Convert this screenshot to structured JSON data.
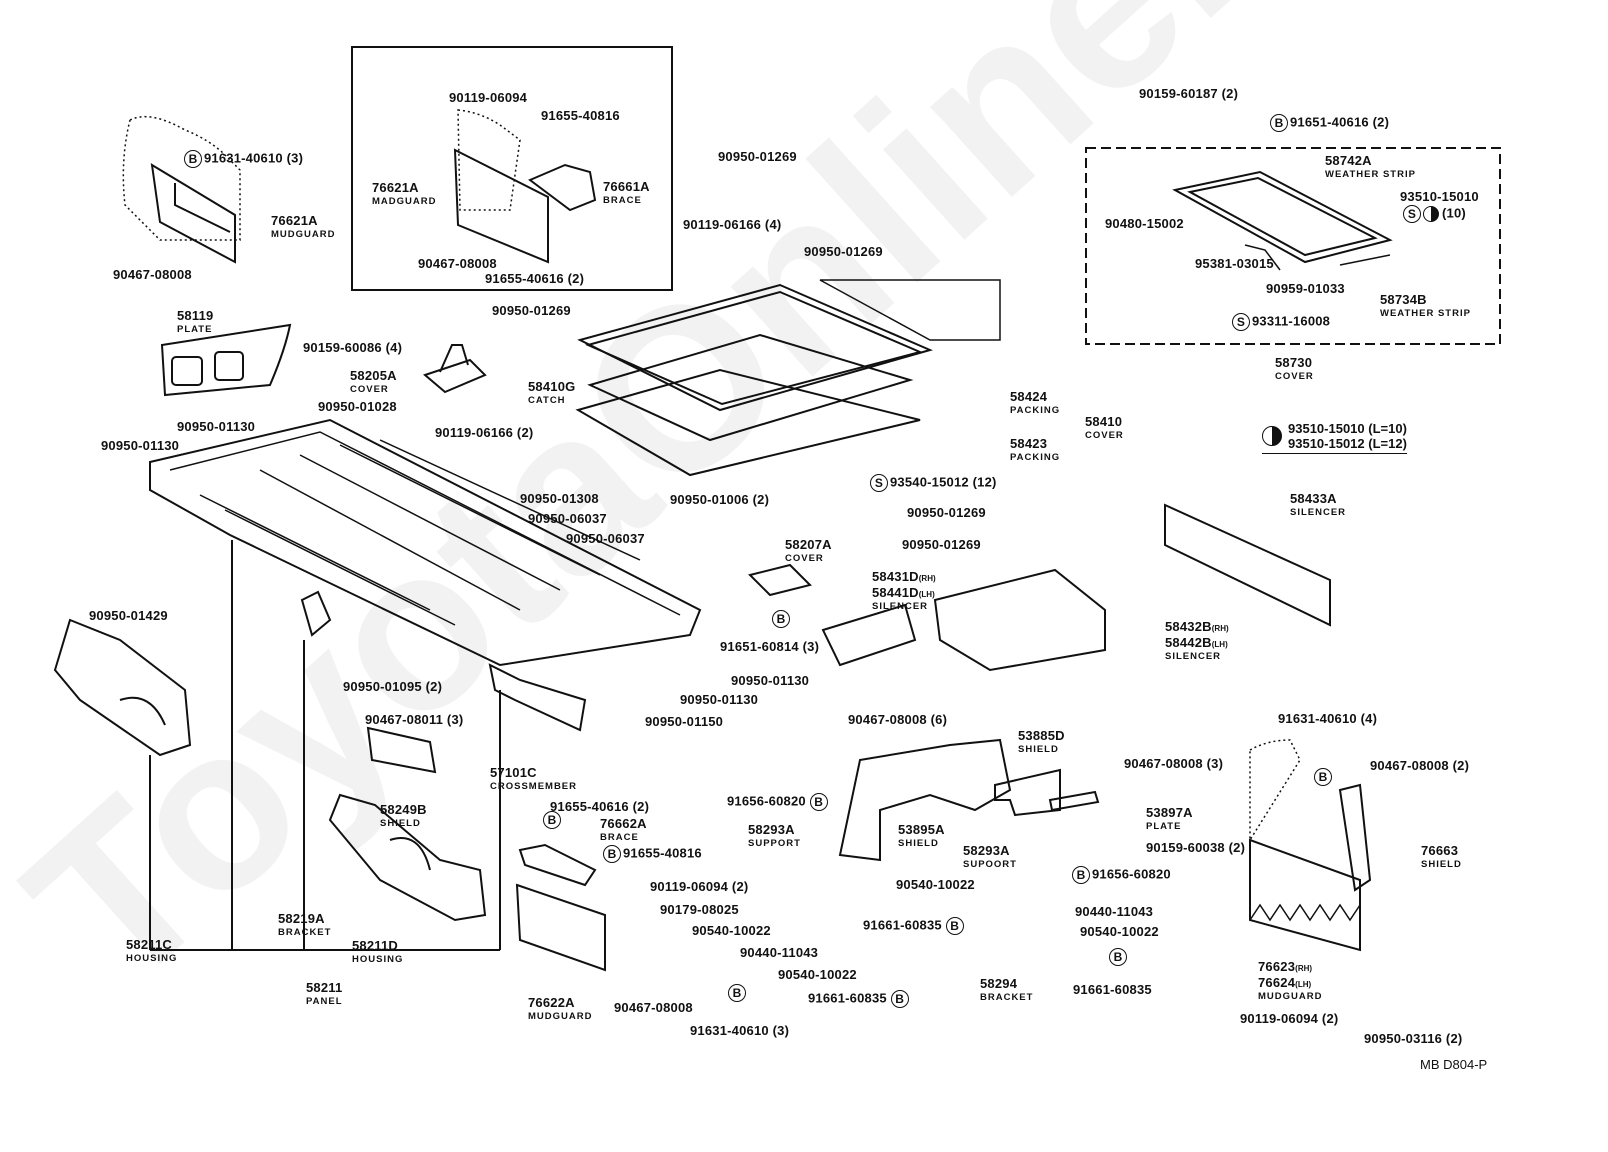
{
  "watermark": "ToyotaOnlineParts",
  "diagram_code": "MB D804-P",
  "legend": {
    "symbol": "half-circle",
    "lines": [
      "93510-15010 (L=10)",
      "93510-15012 (L=12)"
    ]
  },
  "parts": {
    "p_91631_40610_3a": {
      "pn": "91631-40610 (3)",
      "sym": "B"
    },
    "p_76621A_mud": {
      "pn": "76621A",
      "name": "MUDGUARD"
    },
    "p_90467_08008_a": {
      "pn": "90467-08008"
    },
    "p_90119_06094_a": {
      "pn": "90119-06094"
    },
    "p_91655_40816_a": {
      "pn": "91655-40816"
    },
    "p_76621A_mad": {
      "pn": "76621A",
      "name": "MADGUARD"
    },
    "p_76661A": {
      "pn": "76661A",
      "name": "BRACE"
    },
    "p_90467_08008_b": {
      "pn": "90467-08008"
    },
    "p_91655_40616_2a": {
      "pn": "91655-40616 (2)"
    },
    "p_90950_01269_a": {
      "pn": "90950-01269"
    },
    "p_90119_06166_4": {
      "pn": "90119-06166 (4)"
    },
    "p_90950_01269_b": {
      "pn": "90950-01269"
    },
    "p_90950_01269_c": {
      "pn": "90950-01269"
    },
    "p_90159_60187_2": {
      "pn": "90159-60187 (2)"
    },
    "p_91651_40616_2": {
      "pn": "91651-40616 (2)",
      "sym": "B"
    },
    "p_58742A": {
      "pn": "58742A",
      "name": "WEATHER STRIP"
    },
    "p_93510_15010_10": {
      "pn": "93510-15010",
      "qty": "(10)",
      "sym": "S"
    },
    "p_90480_15002": {
      "pn": "90480-15002"
    },
    "p_95381_03015": {
      "pn": "95381-03015"
    },
    "p_90959_01033": {
      "pn": "90959-01033"
    },
    "p_58734B": {
      "pn": "58734B",
      "name": "WEATHER STRIP"
    },
    "p_93311_16008": {
      "pn": "93311-16008",
      "sym": "S"
    },
    "p_58730": {
      "pn": "58730",
      "name": "COVER"
    },
    "p_58119": {
      "pn": "58119",
      "name": "PLATE"
    },
    "p_90159_60086_4": {
      "pn": "90159-60086 (4)"
    },
    "p_58205A": {
      "pn": "58205A",
      "name": "COVER"
    },
    "p_90950_01028": {
      "pn": "90950-01028"
    },
    "p_90950_01130_a": {
      "pn": "90950-01130"
    },
    "p_90950_01130_b": {
      "pn": "90950-01130"
    },
    "p_58410G": {
      "pn": "58410G",
      "name": "CATCH"
    },
    "p_90119_06166_2": {
      "pn": "90119-06166 (2)"
    },
    "p_58424": {
      "pn": "58424",
      "name": "PACKING"
    },
    "p_58423": {
      "pn": "58423",
      "name": "PACKING"
    },
    "p_58410": {
      "pn": "58410",
      "name": "COVER"
    },
    "p_93540_15012_12": {
      "pn": "93540-15012 (12)",
      "sym": "S"
    },
    "p_90950_01308": {
      "pn": "90950-01308"
    },
    "p_90950_01006_2": {
      "pn": "90950-01006 (2)"
    },
    "p_90950_06037_a": {
      "pn": "90950-06037"
    },
    "p_90950_06037_b": {
      "pn": "90950-06037"
    },
    "p_90950_01269_d": {
      "pn": "90950-01269"
    },
    "p_58207A": {
      "pn": "58207A",
      "name": "COVER"
    },
    "p_90950_01269_e": {
      "pn": "90950-01269"
    },
    "p_58431D": {
      "pn": "58431D",
      "side": "(RH)"
    },
    "p_58441D": {
      "pn": "58441D",
      "side": "(LH)",
      "name": "SILENCER"
    },
    "p_58433A": {
      "pn": "58433A",
      "name": "SILENCER"
    },
    "p_58432B": {
      "pn": "58432B",
      "side": "(RH)"
    },
    "p_58442B": {
      "pn": "58442B",
      "side": "(LH)",
      "name": "SILENCER"
    },
    "p_91651_60814_3": {
      "pn": "91651-60814 (3)",
      "sym": "B"
    },
    "p_90950_01429": {
      "pn": "90950-01429"
    },
    "p_90950_01095_2": {
      "pn": "90950-01095 (2)"
    },
    "p_90950_01130_c": {
      "pn": "90950-01130"
    },
    "p_90950_01130_d": {
      "pn": "90950-01130"
    },
    "p_90950_01150": {
      "pn": "90950-01150"
    },
    "p_90467_08011_3": {
      "pn": "90467-08011 (3)"
    },
    "p_57101C": {
      "pn": "57101C",
      "name": "CROSSMEMBER"
    },
    "p_58249B": {
      "pn": "58249B",
      "name": "SHIELD"
    },
    "p_58219A": {
      "pn": "58219A",
      "name": "BRACKET"
    },
    "p_58211C": {
      "pn": "58211C",
      "name": "HOUSING"
    },
    "p_58211D": {
      "pn": "58211D",
      "name": "HOUSING"
    },
    "p_58211": {
      "pn": "58211",
      "name": "PANEL"
    },
    "p_91655_40616_2b": {
      "pn": "91655-40616 (2)",
      "sym": "B"
    },
    "p_76662A": {
      "pn": "76662A",
      "name": "BRACE"
    },
    "p_91655_40816_b": {
      "pn": "91655-40816",
      "sym": "B"
    },
    "p_90119_06094_2": {
      "pn": "90119-06094 (2)"
    },
    "p_90179_08025": {
      "pn": "90179-08025"
    },
    "p_90540_10022_a": {
      "pn": "90540-10022"
    },
    "p_90440_11043_a": {
      "pn": "90440-11043"
    },
    "p_90540_10022_b": {
      "pn": "90540-10022"
    },
    "p_91661_60835_a": {
      "pn": "91661-60835",
      "sym": "B"
    },
    "p_76622A": {
      "pn": "76622A",
      "name": "MUDGUARD"
    },
    "p_90467_08008_c": {
      "pn": "90467-08008"
    },
    "p_91631_40610_3b": {
      "pn": "91631-40610 (3)",
      "sym": "B"
    },
    "p_91656_60820_a": {
      "pn": "91656-60820",
      "sym": "B"
    },
    "p_58293A_a": {
      "pn": "58293A",
      "name": "SUPPORT"
    },
    "p_90467_08008_6": {
      "pn": "90467-08008 (6)"
    },
    "p_53895A": {
      "pn": "53895A",
      "name": "SHIELD"
    },
    "p_53885D": {
      "pn": "53885D",
      "name": "SHIELD"
    },
    "p_90467_08008_3": {
      "pn": "90467-08008 (3)"
    },
    "p_53897A": {
      "pn": "53897A",
      "name": "PLATE"
    },
    "p_90159_60038_2": {
      "pn": "90159-60038 (2)"
    },
    "p_58293A_b": {
      "pn": "58293A",
      "name": "SUPOORT"
    },
    "p_91656_60820_b": {
      "pn": "91656-60820",
      "sym": "B"
    },
    "p_90540_10022_c": {
      "pn": "90540-10022"
    },
    "p_91661_60835_b": {
      "pn": "91661-60835",
      "sym": "B"
    },
    "p_90440_11043_b": {
      "pn": "90440-11043"
    },
    "p_90540_10022_d": {
      "pn": "90540-10022"
    },
    "p_91661_60835_c": {
      "pn": "91661-60835",
      "sym": "B"
    },
    "p_58294": {
      "pn": "58294",
      "name": "BRACKET"
    },
    "p_91631_40610_4": {
      "pn": "91631-40610 (4)",
      "sym": "B"
    },
    "p_90467_08008_2": {
      "pn": "90467-08008 (2)"
    },
    "p_76663": {
      "pn": "76663",
      "name": "SHIELD"
    },
    "p_76623": {
      "pn": "76623",
      "side": "(RH)"
    },
    "p_76624": {
      "pn": "76624",
      "side": "(LH)",
      "name": "MUDGUARD"
    },
    "p_90119_06094_2b": {
      "pn": "90119-06094 (2)"
    },
    "p_90950_03116_2": {
      "pn": "90950-03116 (2)"
    }
  }
}
